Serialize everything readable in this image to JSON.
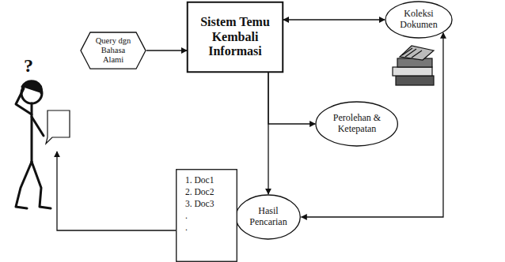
{
  "diagram": {
    "nodes": [
      {
        "text": [
          "Query dgn Bahasa Alami"
        ]
      },
      {
        "text": [
          "Sistem Temu Kembali Informasi"
        ]
      },
      {
        "text": [
          "Koleksi Dokumen"
        ]
      },
      {
        "text": [
          "Perolehan & Ketepatan"
        ]
      },
      {
        "text": [
          "Hasil Pencarian"
        ]
      },
      {
        "text": [
          "1. Doc1",
          "2. Doc2",
          "3. Doc3",
          ".",
          "."
        ]
      }
    ],
    "edges": [
      {
        "from": 0,
        "to": 1,
        "arrow": "to"
      },
      {
        "from": 1,
        "to": 2,
        "arrow": "both"
      },
      {
        "from": 1,
        "to": 4,
        "arrow": "to"
      },
      {
        "from": 1,
        "to": 3,
        "arrow": "to"
      },
      {
        "from": 2,
        "to": 4,
        "arrow": "both"
      }
    ],
    "labels": [
      "?"
    ]
  }
}
